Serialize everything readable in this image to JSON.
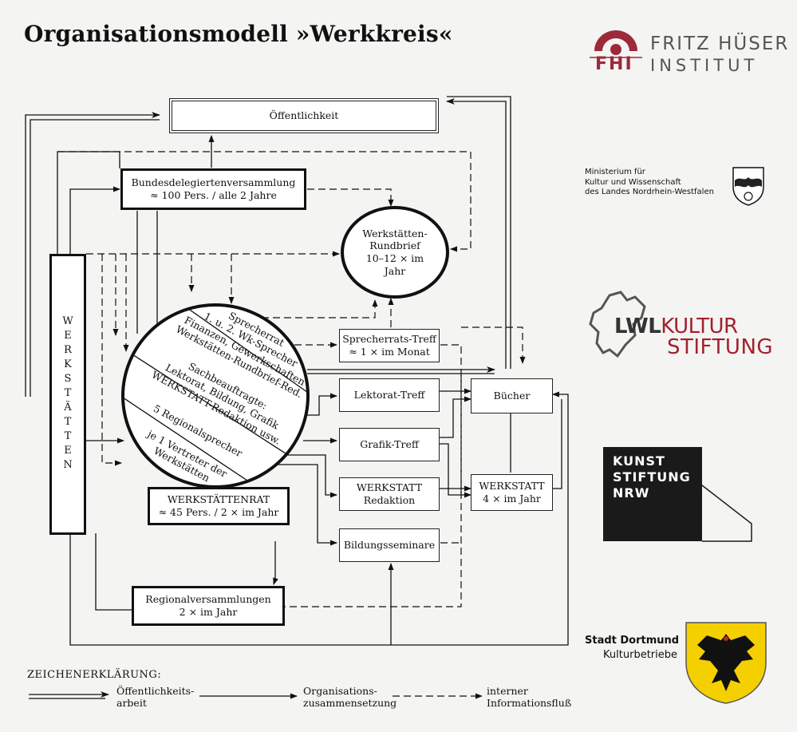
{
  "title": "Organisationsmodell »Werkkreis«",
  "nodes": {
    "oeffentlichkeit": "Öffentlichkeit",
    "bundes_l1": "Bundesdelegiertenversammlung",
    "bundes_l2": "≈ 100 Pers. / alle 2 Jahre",
    "rundbrief_l1": "Werkstätten-",
    "rundbrief_l2": "Rundbrief",
    "rundbrief_l3": "10–12 × im",
    "rundbrief_l4": "Jahr",
    "werkstaetten": "WERKSTÄTTEN",
    "sprech_treff_l1": "Sprecherrats-Treff",
    "sprech_treff_l2": "≈ 1 × im Monat",
    "lektorat": "Lektorat-Treff",
    "grafik": "Grafik-Treff",
    "wr_l1": "WERKSTATT",
    "wr_l2": "Redaktion",
    "bildung": "Bildungsseminare",
    "buecher": "Bücher",
    "w4_l1": "WERKSTATT",
    "w4_l2": "4 × im Jahr",
    "wrat_l1": "WERKSTÄTTENRAT",
    "wrat_l2": "≈ 45 Pers. / 2 × im Jahr",
    "regio_l1": "Regionalversammlungen",
    "regio_l2": "2 × im Jahr"
  },
  "circle_segments": {
    "s1_l1": "Sprecherrat",
    "s1_l2": "1. u. 2. Wk-Sprecher",
    "s1_l3": "Finanzen, Gewerkschaften",
    "s1_l4": "Werkstätten-Rundbrief-Red.",
    "s2_l1": "Sachbeauftragte:",
    "s2_l2": "Lektorat, Bildung, Grafik",
    "s2_l3": "WERKSTATT-Redaktion usw.",
    "s3_l1": "5 Regionalsprecher",
    "s4_l1": "je 1 Vertreter der",
    "s4_l2": "Werkstätten"
  },
  "legend": {
    "title": "ZEICHENERKLÄRUNG:",
    "item1_l1": "Öffentlichkeits-",
    "item1_l2": "arbeit",
    "item2_l1": "Organisations-",
    "item2_l2": "zusammensetzung",
    "item3_l1": "interner",
    "item3_l2": "Informationsfluß"
  },
  "logos": {
    "fhi_mark": "FHI",
    "fhi_l1": "FRITZ HÜSER",
    "fhi_l2": "INSTITUT",
    "min_l1": "Ministerium für",
    "min_l2": "Kultur und Wissenschaft",
    "min_l3": "des Landes Nordrhein-Westfalen",
    "lwl_a": "LWL",
    "lwl_b": "KULTUR",
    "lwl_c": "STIFTUNG",
    "kunst_l1": "KUNST",
    "kunst_l2": "STIFTUNG",
    "kunst_l3": "NRW",
    "dortmund_l1": "Stadt Dortmund",
    "dortmund_l2": "Kulturbetriebe"
  },
  "colors": {
    "fhi_red": "#9b2a3a",
    "lwl_red": "#a3202e",
    "kunst_black": "#1a1a1a",
    "shield_yellow": "#f5d000"
  }
}
